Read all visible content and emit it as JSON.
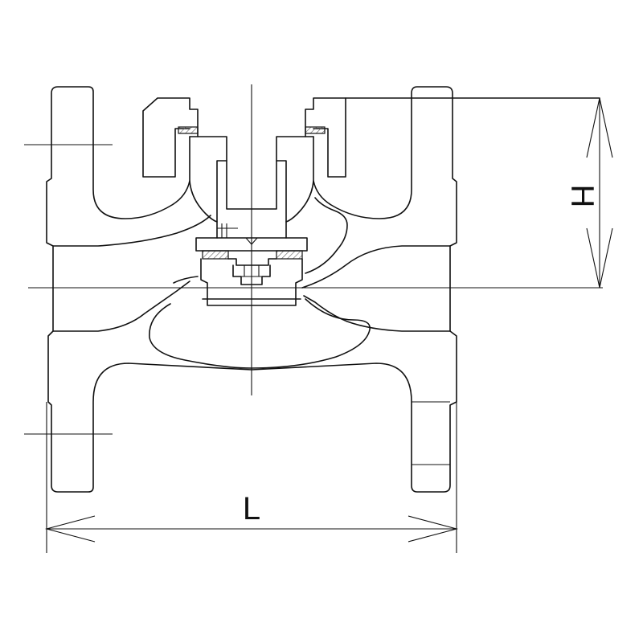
{
  "drawing": {
    "subject": "check-valve-section",
    "line_color": "#111111",
    "background_color": "#ffffff",
    "hatch_color": "#666666"
  },
  "dimensions": {
    "length_label": "L",
    "height_label": "H"
  }
}
